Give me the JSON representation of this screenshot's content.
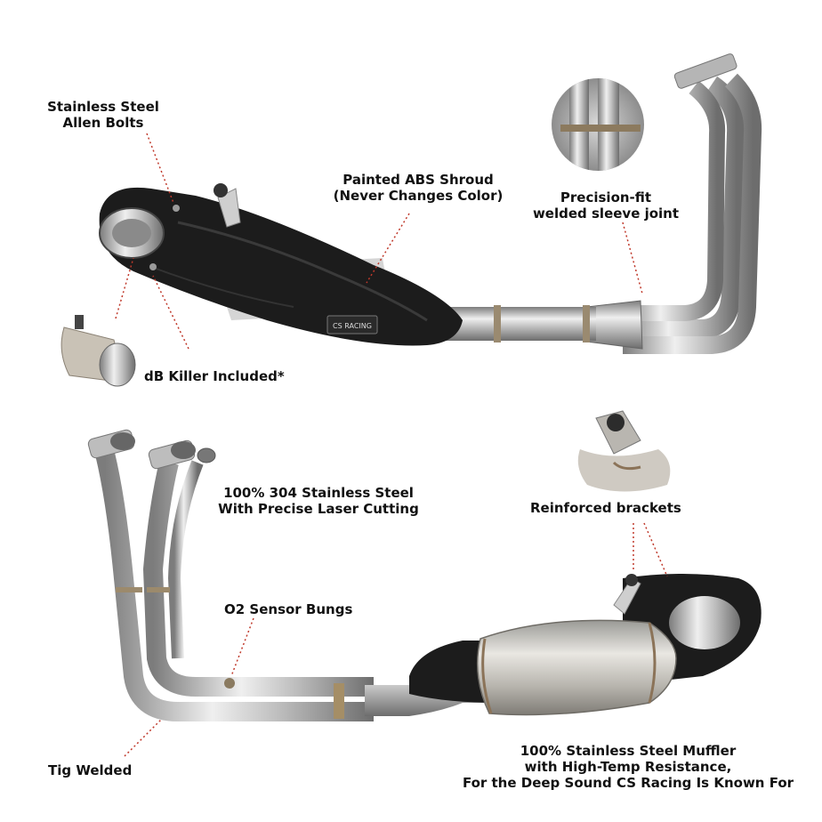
{
  "labels": {
    "allen_bolts": [
      "Stainless Steel",
      "Allen Bolts"
    ],
    "shroud": [
      "Painted ABS Shroud",
      "(Never Changes Color)"
    ],
    "sleeve_joint": [
      "Precision-fit",
      "welded sleeve joint"
    ],
    "db_killer": "dB Killer Included*",
    "laser_cutting": [
      "100% 304 Stainless Steel",
      "With Precise Laser Cutting"
    ],
    "brackets": "Reinforced brackets",
    "o2_bungs": "O2 Sensor Bungs",
    "tig_welded": "Tig Welded",
    "muffler": [
      "100% Stainless Steel Muffler",
      "with High-Temp Resistance,",
      "For the Deep Sound CS Racing Is Known For"
    ]
  },
  "brand_badge": "CS RACING",
  "colors": {
    "background": "#ffffff",
    "text": "#111111",
    "leader_line": "#c0392b",
    "steel_light": "#e6e6e6",
    "steel_dark": "#8a8a8a",
    "shroud": "#1c1c1c"
  }
}
